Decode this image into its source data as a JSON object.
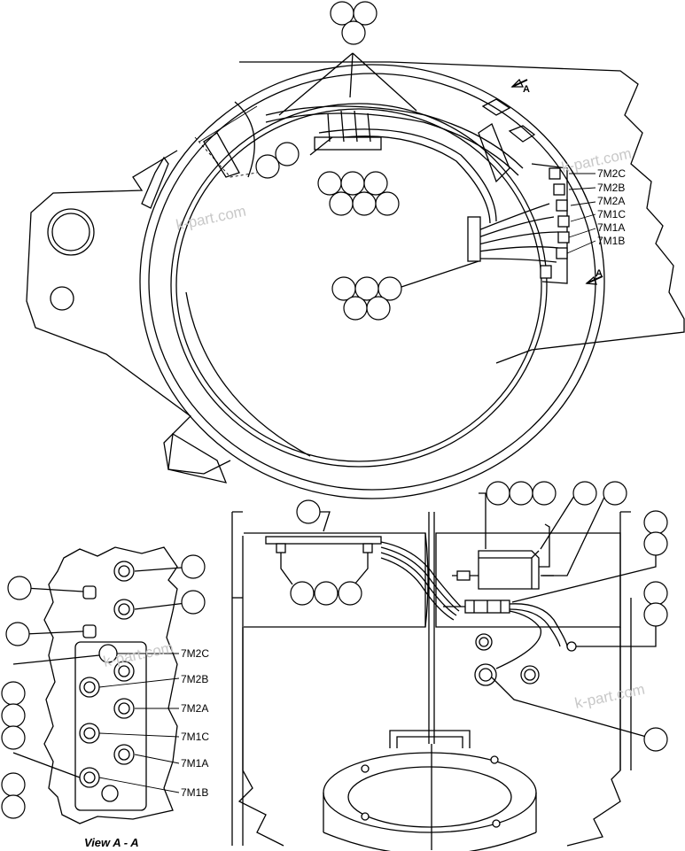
{
  "watermark": "k-part.com",
  "view_caption": "View A - A",
  "section_arrow_label": "A",
  "connector_labels_top": [
    "7M2C",
    "7M2B",
    "7M2A",
    "7M1C",
    "7M1A",
    "7M1B"
  ],
  "connector_labels_view": [
    "7M2C",
    "7M2B",
    "7M2A",
    "7M1C",
    "7M1A",
    "7M1B"
  ]
}
